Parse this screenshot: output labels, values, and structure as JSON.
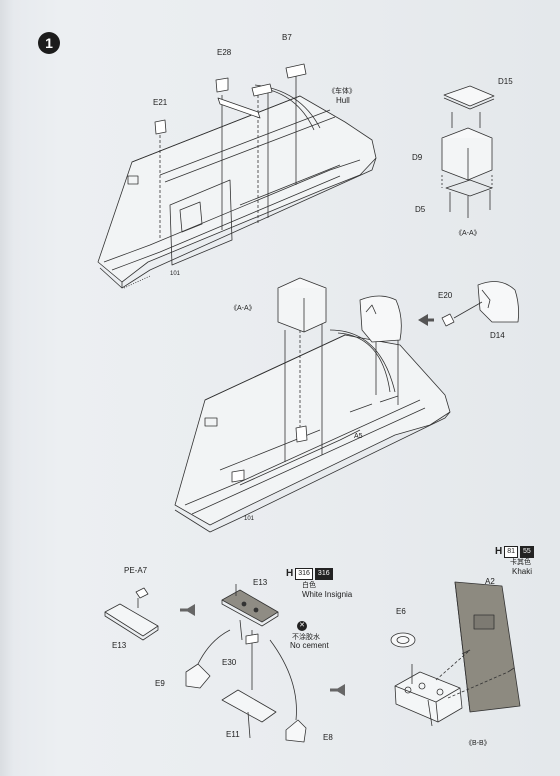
{
  "step": {
    "number": "1"
  },
  "parts": {
    "e28": "E28",
    "b7": "B7",
    "e21": "E21",
    "hull_cn": "《车体》",
    "hull_en": "Hull",
    "d15": "D15",
    "d9": "D9",
    "d5": "D5",
    "sub_aa_top": "《A-A》",
    "sub_aa_mid": "《A-A》",
    "e20": "E20",
    "d14": "D14",
    "pe_a7": "PE-A7",
    "e13_left": "E13",
    "e13_mid": "E13",
    "e30": "E30",
    "e9": "E9",
    "e11": "E11",
    "e8": "E8",
    "e6": "E6",
    "a2": "A2",
    "sub_bb": "《B-B》"
  },
  "paints": {
    "white": {
      "h": "H",
      "code1": "316",
      "code2": "316",
      "cn": "白色",
      "en": "White Insignia"
    },
    "khaki": {
      "h": "H",
      "code1": "81",
      "code2": "55",
      "cn": "卡其色",
      "en": "Khaki"
    }
  },
  "no_cement": {
    "cn": "不涂胶水",
    "en": "No cement"
  },
  "markings": {
    "hull_no_a": "A5",
    "hull_no_b": "101",
    "hull_no_c": "101"
  },
  "colors": {
    "ink": "#222222",
    "paper": "#e9ecef",
    "khaki_panel": "#8d8a80"
  }
}
